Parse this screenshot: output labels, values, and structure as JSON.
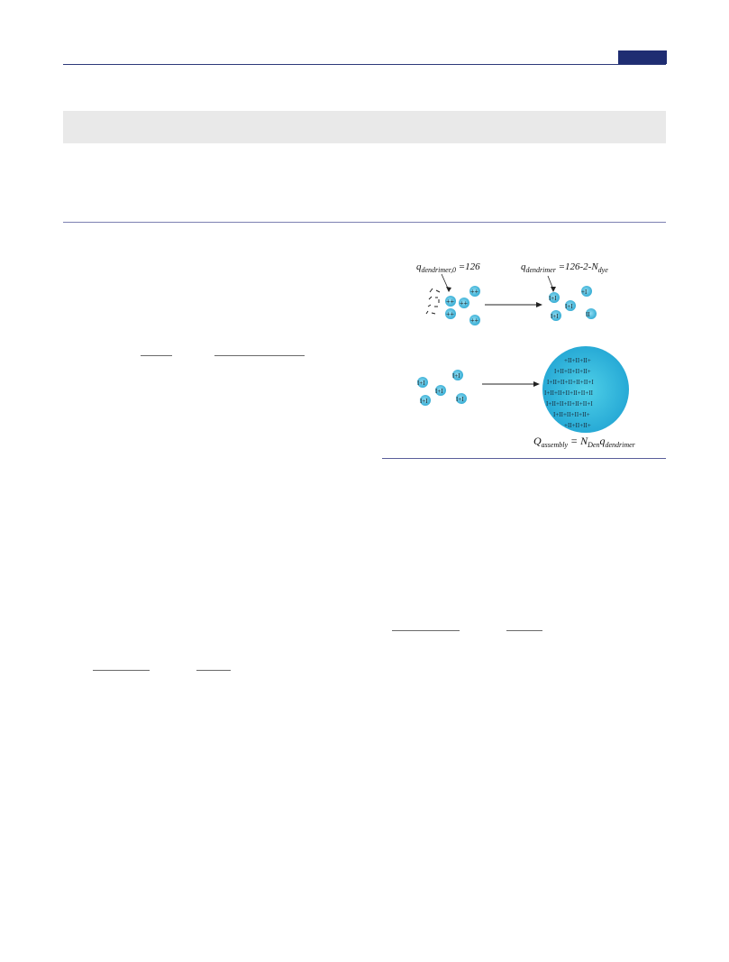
{
  "figure": {
    "label_top_left": {
      "base": "q",
      "sub": "dendrimer,0",
      "rest": " =126"
    },
    "label_top_right": {
      "base": "q",
      "sub": "dendrimer",
      "rest": " =126-2-N",
      "sub2": "dye"
    },
    "label_bottom": {
      "base": "Q",
      "sub": "assembly",
      "eq": " = N",
      "sub2": "Den",
      "base2": "q",
      "sub3": "dendrimer"
    }
  },
  "colors": {
    "header_rule": "#2e3a7a",
    "page_tab": "#1f2d72",
    "band": "#e9e9e9",
    "cyan": "#3ab6dc",
    "cyan_dark": "#1e8fb6"
  }
}
